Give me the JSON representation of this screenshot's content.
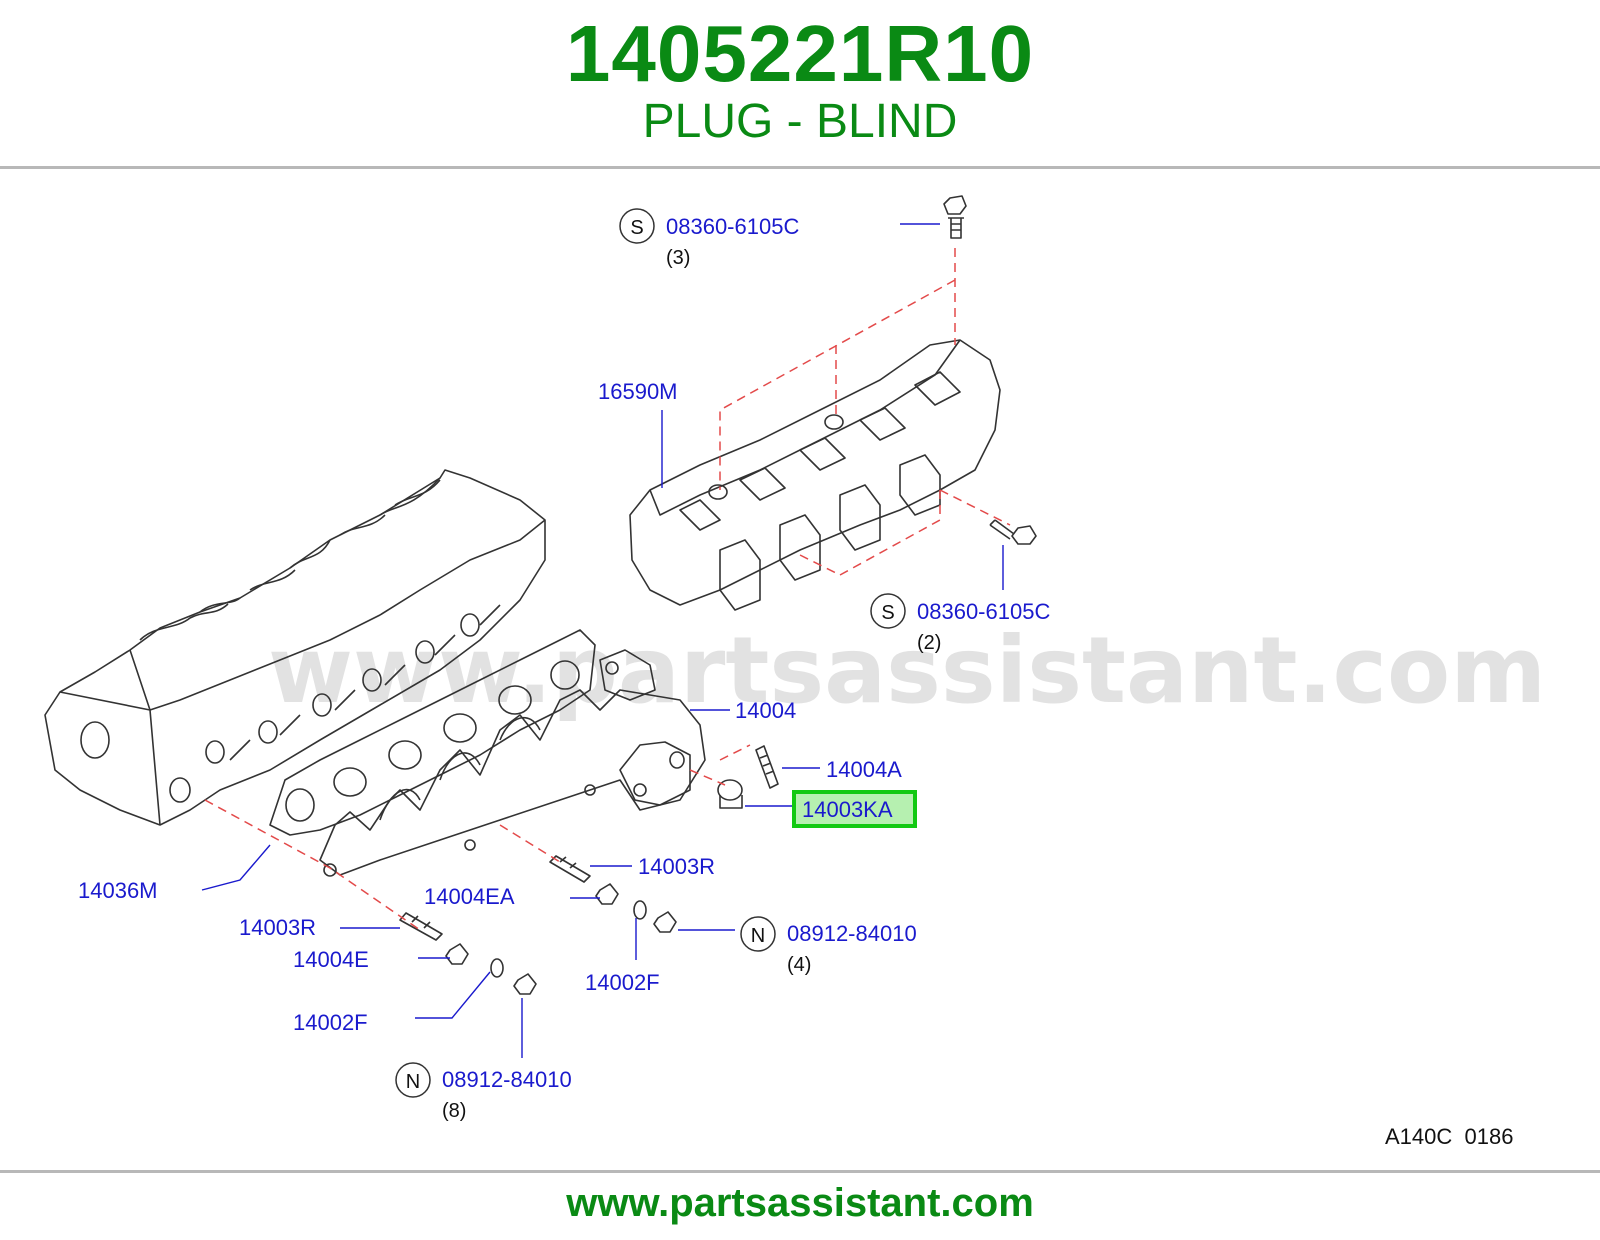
{
  "header": {
    "part_number": "1405221R10",
    "part_name": "PLUG - BLIND"
  },
  "watermark": "www.partsassistant.com",
  "footer": {
    "url": "www.partsassistant.com"
  },
  "diagram_code": "A140C  0186",
  "colors": {
    "brand_green": "#0a8a14",
    "label_blue": "#1a1acd",
    "highlight_border": "#12c912",
    "highlight_fill": "#b6f0b0",
    "dash_red": "#e34a4a"
  },
  "callouts": [
    {
      "id": "s1",
      "symbol": "S",
      "part": "08360-6105C",
      "qty": "(3)"
    },
    {
      "id": "s2",
      "symbol": "S",
      "part": "08360-6105C",
      "qty": "(2)"
    },
    {
      "id": "heat-cover",
      "part": "16590M"
    },
    {
      "id": "manifold",
      "part": "14004"
    },
    {
      "id": "stud-a",
      "part": "14004A"
    },
    {
      "id": "plug-blind",
      "part": "14003KA",
      "highlighted": true
    },
    {
      "id": "stud-r1",
      "part": "14003R"
    },
    {
      "id": "gasket",
      "part": "14036M"
    },
    {
      "id": "spacer-ea",
      "part": "14004EA"
    },
    {
      "id": "stud-r2",
      "part": "14003R"
    },
    {
      "id": "spacer-e",
      "part": "14004E"
    },
    {
      "id": "washer-1",
      "part": "14002F"
    },
    {
      "id": "washer-2",
      "part": "14002F"
    },
    {
      "id": "n1",
      "symbol": "N",
      "part": "08912-84010",
      "qty": "(4)"
    },
    {
      "id": "n2",
      "symbol": "N",
      "part": "08912-84010",
      "qty": "(8)"
    }
  ]
}
